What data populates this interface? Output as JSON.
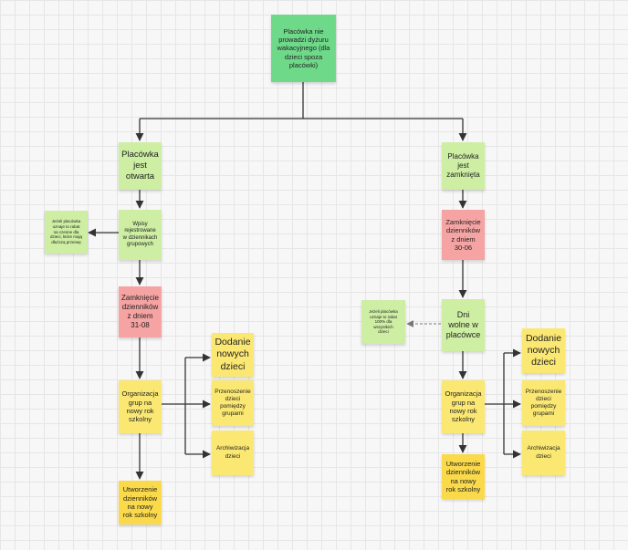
{
  "colors": {
    "green": "#6fd98a",
    "light_green": "#cdeea3",
    "yellow_green": "#d9f08a",
    "red": "#f6a3a3",
    "yellow": "#fbe872",
    "gold": "#fad94a",
    "connector": "#333333",
    "dashed_connector": "#777777"
  },
  "root": {
    "text": "Placówka nie\nprowadzi dyżuru\nwakacyjnego (dla\ndzieci spoza\nplacówki)"
  },
  "left": {
    "open": "Placówka\njest\notwarta",
    "note_discount": "Jeżeli placówka\nuznaje to rabat\nna czesne dla\ndzieci, które mają\ndłuższą przerwę",
    "entries": "Wpisy\nrejestrowane\nw dziennikach\ngrupowych",
    "close_logs": "Zamknięcie\ndzienników\nz dniem\n31-08",
    "organize": "Organizacja\ngrup na\nnowy rok\nszkolny",
    "add_children": "Dodanie\nnowych\ndzieci",
    "move_children": "Przenoszenie\ndzieci\npomiędzy\ngrupami",
    "archive_children": "Archiwizacja\ndzieci",
    "create_logs": "Utworzenie\ndzienników\nna nowy\nrok szkolny"
  },
  "right": {
    "closed": "Placówka\njest\nzamknięta",
    "close_logs": "Zamknięcie\ndzienników\nz dniem\n30-06",
    "days_off": "Dni\nwolne w\nplacówce",
    "note_discount": "Jeżeli placówka\nuznaje to rabat\n100% dla\nwszystkich\ndzieci",
    "organize": "Organizacja\ngrup na\nnowy rok\nszkolny",
    "add_children": "Dodanie\nnowych\ndzieci",
    "move_children": "Przenoszenie\ndzieci\npomiędzy\ngrupami",
    "archive_children": "Archiwizacja\ndzieci",
    "create_logs": "Utworzenie\ndzienników\nna nowy\nrok szkolny"
  }
}
